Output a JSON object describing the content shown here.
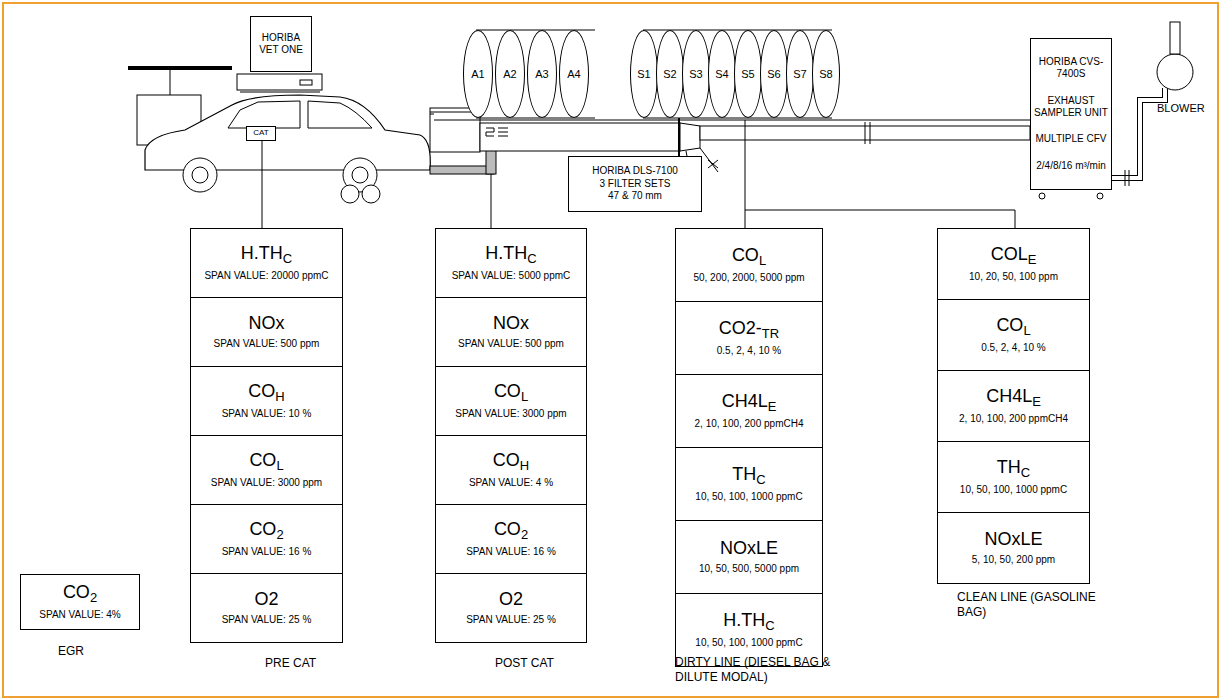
{
  "diagram": {
    "nodes": [
      {
        "text": [
          "HORIBA VET ONE"
        ]
      },
      {
        "text": [
          "CAT"
        ]
      },
      {
        "text": [
          "A1"
        ]
      },
      {
        "text": [
          "A2"
        ]
      },
      {
        "text": [
          "A3"
        ]
      },
      {
        "text": [
          "A4"
        ]
      },
      {
        "text": [
          "S1"
        ]
      },
      {
        "text": [
          "S2"
        ]
      },
      {
        "text": [
          "S3"
        ]
      },
      {
        "text": [
          "S4"
        ]
      },
      {
        "text": [
          "S5"
        ]
      },
      {
        "text": [
          "S6"
        ]
      },
      {
        "text": [
          "S7"
        ]
      },
      {
        "text": [
          "S8"
        ]
      },
      {
        "text": [
          "HORIBA CVS-7400S",
          "EXHAUST SAMPLER UNIT",
          "MULTIPLE CFV",
          "2/4/8/16 m³/min"
        ]
      },
      {
        "text": [
          "HORIBA DLS-7100",
          "3 FILTER SETS",
          "47 & 70 mm"
        ]
      },
      {
        "text": [
          "H.TH",
          "C",
          "SPAN VALUE: 20000 ppmC"
        ]
      },
      {
        "text": [
          "NOx",
          "SPAN VALUE: 500 ppm"
        ]
      },
      {
        "text": [
          "CO",
          "H",
          "SPAN VALUE: 10 %"
        ]
      },
      {
        "text": [
          "CO",
          "L",
          "SPAN VALUE: 3000 ppm"
        ]
      },
      {
        "text": [
          "CO",
          "2",
          "SPAN VALUE: 16 %"
        ]
      },
      {
        "text": [
          "O2",
          "SPAN VALUE: 25 %"
        ]
      },
      {
        "text": [
          "H.TH",
          "C",
          "SPAN VALUE: 5000 ppmC"
        ]
      },
      {
        "text": [
          "NOx",
          "SPAN VALUE: 500 ppm"
        ]
      },
      {
        "text": [
          "CO",
          "L",
          "SPAN VALUE: 3000 ppm"
        ]
      },
      {
        "text": [
          "CO",
          "H",
          "SPAN VALUE: 4 %"
        ]
      },
      {
        "text": [
          "CO",
          "2",
          "SPAN VALUE: 16 %"
        ]
      },
      {
        "text": [
          "O2",
          "SPAN VALUE: 25 %"
        ]
      },
      {
        "text": [
          "CO",
          "L",
          "50, 200, 2000, 5000 ppm"
        ]
      },
      {
        "text": [
          "CO2-",
          "TR",
          "0.5, 2, 4, 10 %"
        ]
      },
      {
        "text": [
          "CH4L",
          "E",
          "2, 10, 100, 200 ppmCH4"
        ]
      },
      {
        "text": [
          "TH",
          "C",
          "10, 50, 100, 1000 ppmC"
        ]
      },
      {
        "text": [
          "NOxLE",
          "10, 50, 500, 5000 ppm"
        ]
      },
      {
        "text": [
          "H.TH",
          "C",
          "10, 50, 100, 1000 ppmC"
        ]
      },
      {
        "text": [
          "COL",
          "E",
          "10, 20, 50, 100 ppm"
        ]
      },
      {
        "text": [
          "CO",
          "L",
          "0.5, 2, 4, 10 %"
        ]
      },
      {
        "text": [
          "CH4L",
          "E",
          "2, 10, 100, 200 ppmCH4"
        ]
      },
      {
        "text": [
          "TH",
          "C",
          "10, 50, 100, 1000 ppmC"
        ]
      },
      {
        "text": [
          "NOxLE",
          "5, 10, 50, 200 ppm"
        ]
      },
      {
        "text": [
          "CO",
          "2",
          "SPAN VALUE: 4%"
        ]
      }
    ],
    "labels": [
      "BLOWER",
      "EGR",
      "PRE CAT",
      "POST CAT",
      "DIRTY LINE (DIESEL BAG & DILUTE MODAL)",
      "CLEAN LINE (GASOLINE BAG)"
    ]
  }
}
